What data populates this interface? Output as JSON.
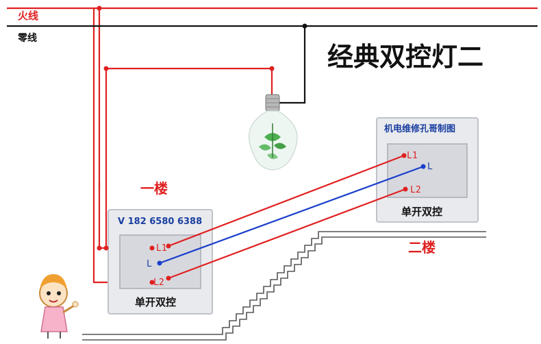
{
  "title": "经典双控灯二",
  "wires": {
    "live_label": "火线",
    "neutral_label": "零线"
  },
  "colors": {
    "live": "#e02020",
    "neutral": "#111111",
    "traveler_blue": "#1a3fcc",
    "panel": "#e9eaee"
  },
  "switch_left": {
    "floor_label": "一楼",
    "top_text": "V  182  6580  6388",
    "caption": "单开双控",
    "terminals": [
      "L1",
      "L",
      "L2"
    ]
  },
  "switch_right": {
    "floor_label": "二楼",
    "top_text": "机电维修孔哥制图",
    "caption": "单开双控",
    "terminals": [
      "L1",
      "L",
      "L2"
    ]
  },
  "icons": {
    "bulb": "light-bulb-icon",
    "figure": "cartoon-child-icon",
    "stairs": "staircase-icon"
  }
}
